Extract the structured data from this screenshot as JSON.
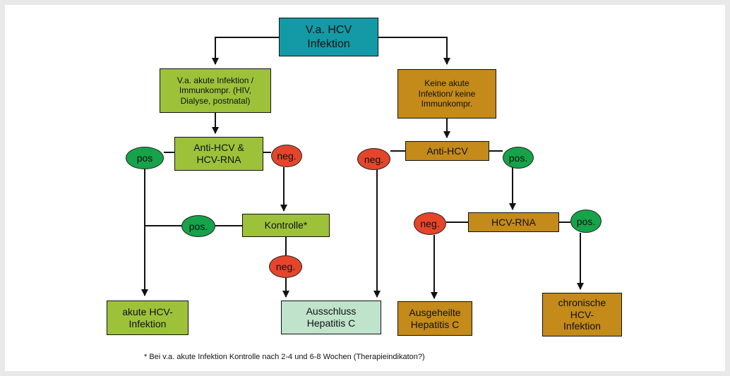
{
  "nodes": {
    "start": "V.a. HCV\nInfektion",
    "acute_suspect": "V.a. akute Infektion /\nImmunkompr. (HIV,\nDialyse, postnatal)",
    "no_acute": "Keine akute\nInfektion/ keine\nImmunkompr.",
    "anti_hcv_rna": "Anti-HCV &\nHCV-RNA",
    "anti_hcv": "Anti-HCV",
    "kontrolle": "Kontrolle*",
    "hcv_rna": "HCV-RNA",
    "acute_hcv": "akute HCV-\nInfektion",
    "ausschluss": "Ausschluss\nHepatitis C",
    "ausgeheilt": "Ausgeheilte\nHepatitis C",
    "chronisch": "chronische\nHCV-\nInfektion"
  },
  "labels": {
    "pos": "pos.",
    "neg": "neg.",
    "pos_plain": "pos"
  },
  "footnote": "* Bei v.a. akute Infektion Kontrolle nach 2-4 und 6-8 Wochen (Therapieindikaton?)",
  "colors": {
    "start": "#139aa6",
    "acute_branch": "#9dc23a",
    "non_acute_branch": "#c48a1a",
    "ausschluss": "#bfe3cb",
    "positive": "#16a34a",
    "negative": "#e5452b"
  }
}
